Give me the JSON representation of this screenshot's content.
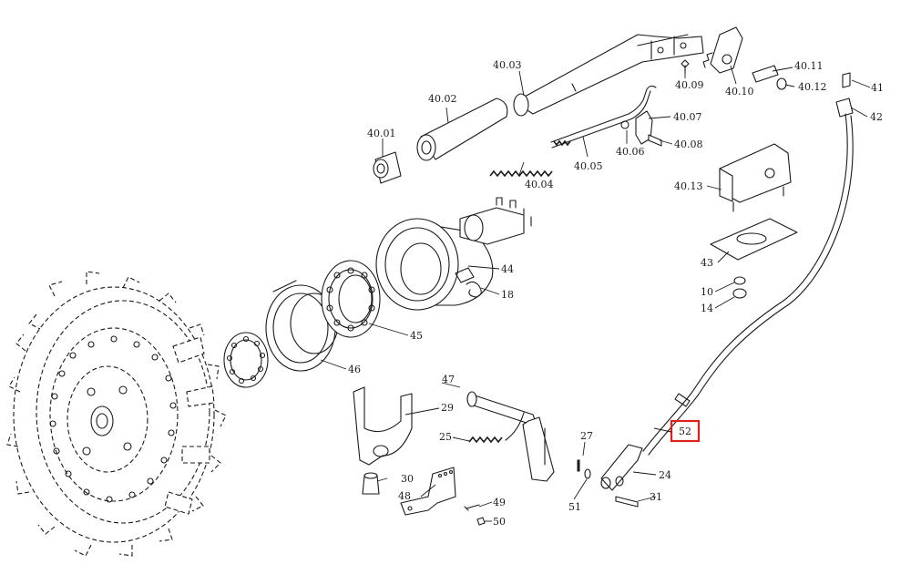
{
  "labels": {
    "l4001": "40.01",
    "l4002": "40.02",
    "l4003": "40.03",
    "l4004": "40.04",
    "l4005": "40.05",
    "l4006": "40.06",
    "l4007": "40.07",
    "l4008": "40.08",
    "l4009": "40.09",
    "l4010": "40.10",
    "l4011": "40.11",
    "l4012": "40.12",
    "l4013": "40.13",
    "l41": "41",
    "l42": "42",
    "l43": "43",
    "l10": "10",
    "l14": "14",
    "l44": "44",
    "l18": "18",
    "l45": "45",
    "l46": "46",
    "l47": "47",
    "l29": "29",
    "l25": "25",
    "l27": "27",
    "l24": "24",
    "l52": "52",
    "l31": "31",
    "l51": "51",
    "l30": "30",
    "l48": "48",
    "l49": "49",
    "l50": "50"
  },
  "highlight": {
    "label": "52",
    "color": "#e0201b"
  }
}
